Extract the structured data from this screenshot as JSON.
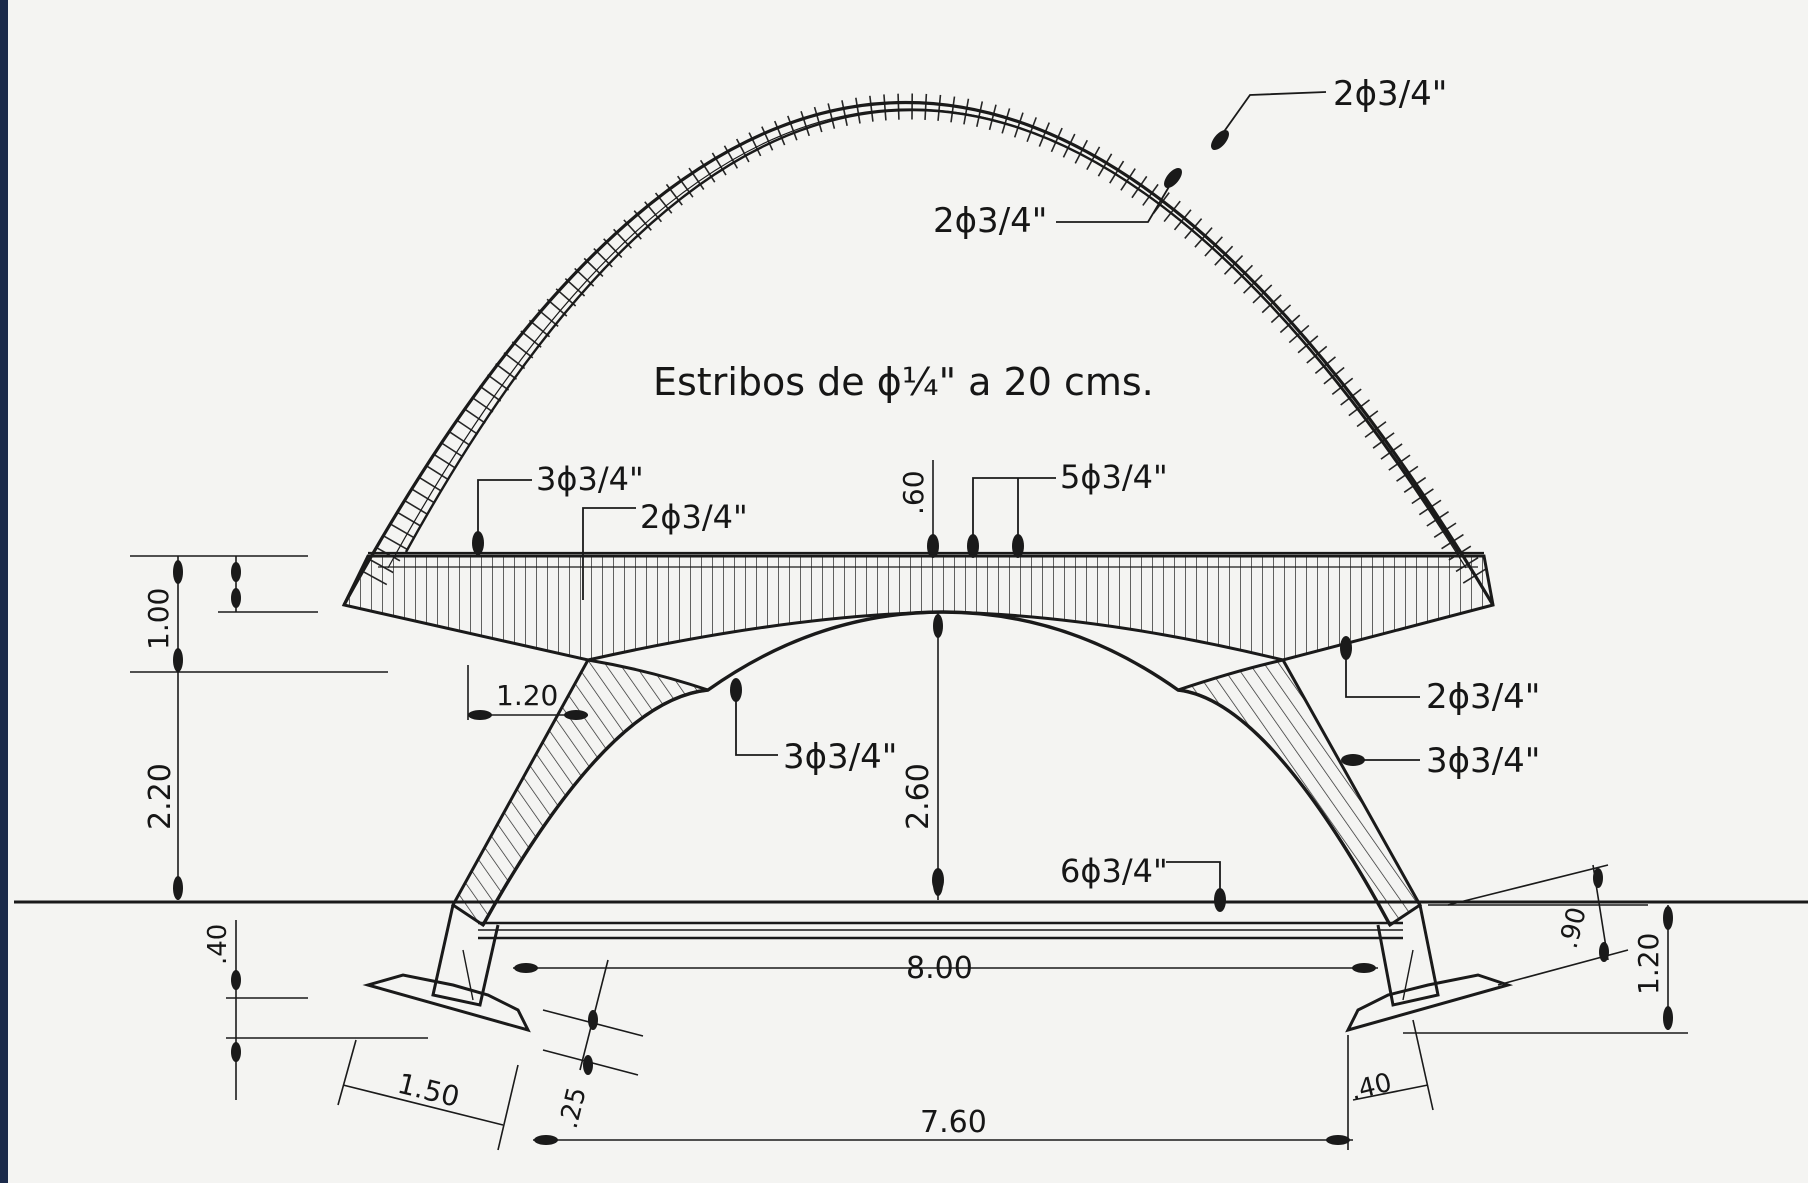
{
  "drawing": {
    "note": "Estribos de ϕ¼\" a 20 cms.",
    "rebar": {
      "arch_top_outer": "2ϕ3/4\"",
      "arch_top_inner": "2ϕ3/4\"",
      "beam_left_a": "3ϕ3/4\"",
      "beam_left_b": "2ϕ3/4\"",
      "beam_center": "5ϕ3/4\"",
      "soffit": "3ϕ3/4\"",
      "leg_right_a": "2ϕ3/4\"",
      "leg_right_b": "3ϕ3/4\"",
      "tie": "6ϕ3/4\""
    },
    "dimensions": {
      "beam_depth": ".60",
      "left_h1": "1.00",
      "left_h2": "2.20",
      "leg_offset": "1.20",
      "clear_height": "2.60",
      "footing_depth": ".40",
      "span": "8.00",
      "footing_width": "1.50",
      "footing_thickness": ".25",
      "base_span": "7.60",
      "pedestal": ".40",
      "right_skew": ".90",
      "right_height": "1.20"
    }
  }
}
